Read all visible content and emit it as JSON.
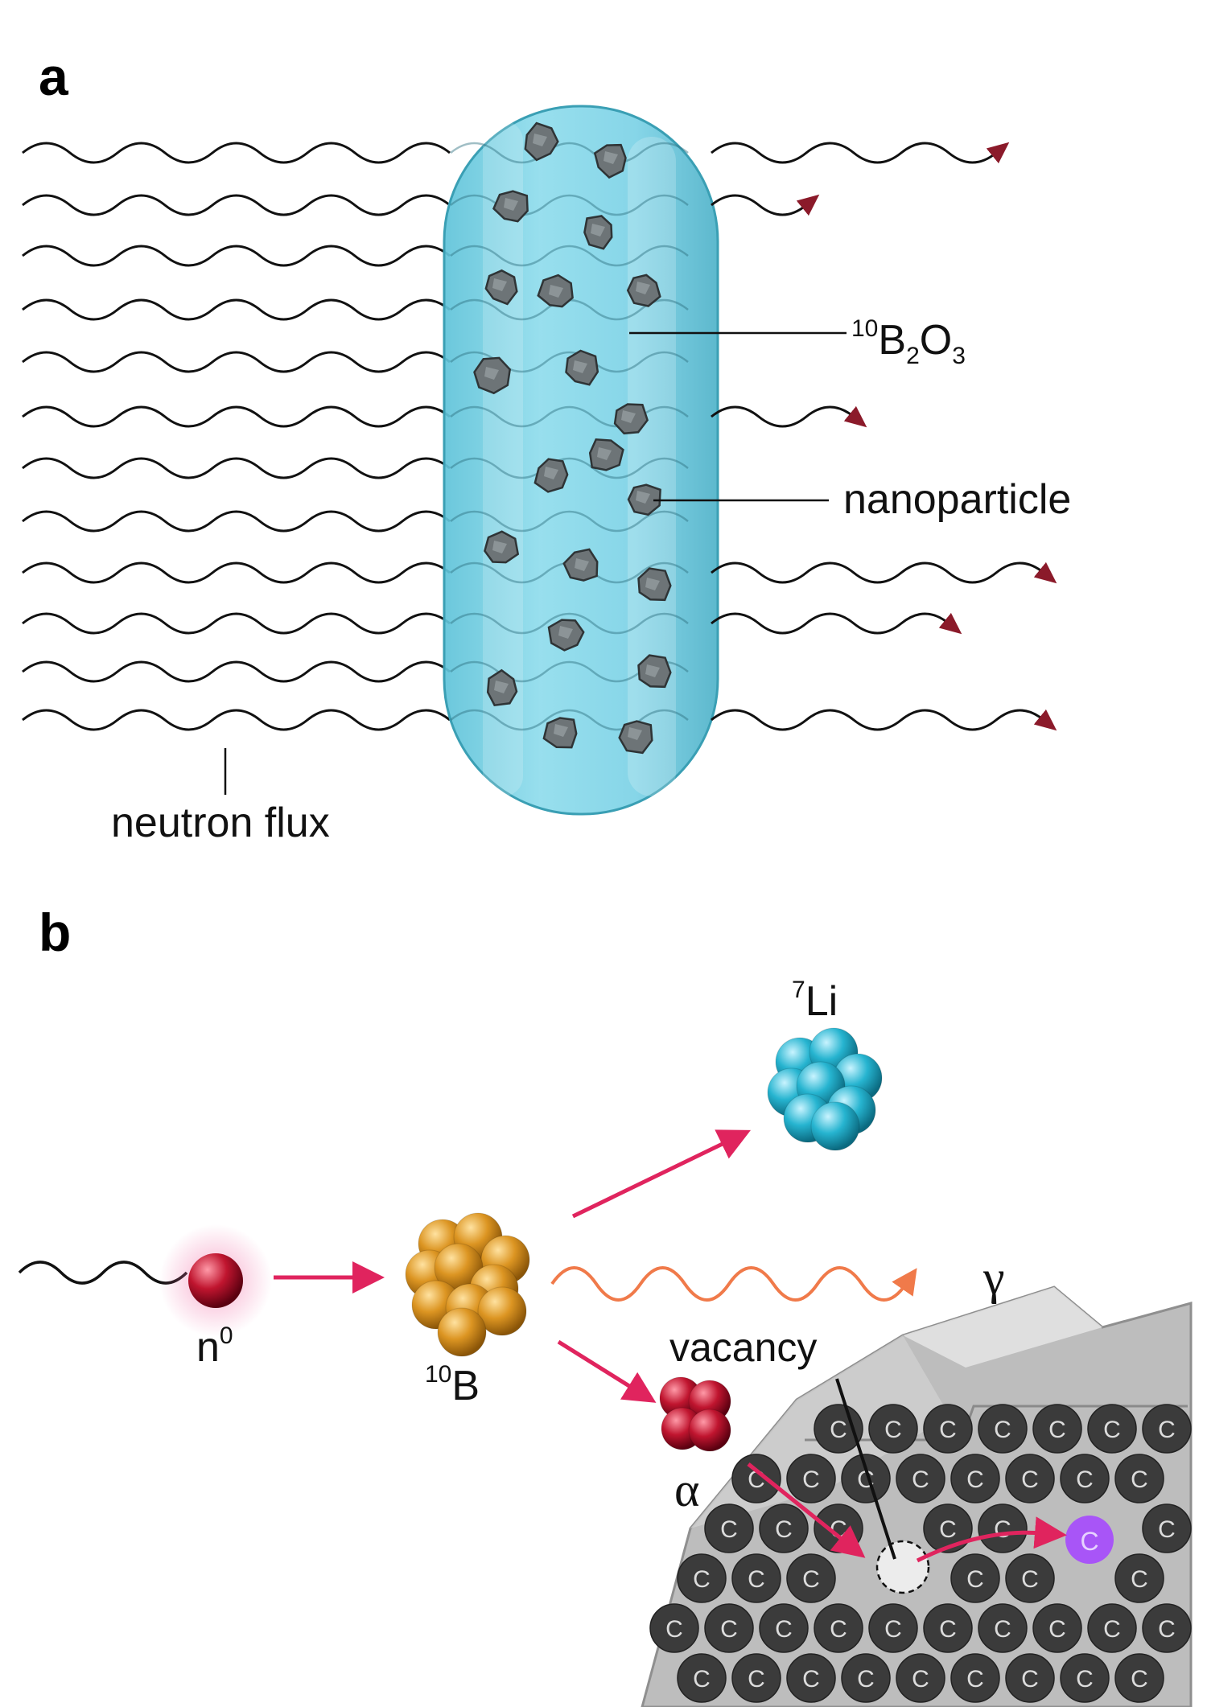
{
  "panel_a": {
    "letter": "a",
    "label_compound_sup": "10",
    "label_compound_b": "B",
    "label_compound_sub1": "2",
    "label_compound_o": "O",
    "label_compound_sub2": "3",
    "label_nanoparticle": "nanoparticle",
    "label_flux": "neutron flux"
  },
  "panel_b": {
    "letter": "b",
    "label_neutron_base": "n",
    "label_neutron_sup": "0",
    "label_boron_sup": "10",
    "label_boron_base": "B",
    "label_lithium_sup": "7",
    "label_lithium_base": "Li",
    "label_gamma": "γ",
    "label_alpha": "α",
    "label_vacancy": "vacancy",
    "carbon_symbol": "C"
  },
  "colors": {
    "tube_fill": "#7fd3e6",
    "tube_edge": "#3a9fb4",
    "arrow_dark_red": "#8b1a2a",
    "arrow_pink": "#e0245e",
    "gamma_wave": "#f07a4a",
    "boron_gold": "#d8901f",
    "lithium_cyan": "#22aec9",
    "alpha_red": "#b5122e",
    "carbon_dark": "#3b3b3b",
    "displaced_atom": "#a855f7",
    "neutron_glow": "#f2a6c4"
  }
}
